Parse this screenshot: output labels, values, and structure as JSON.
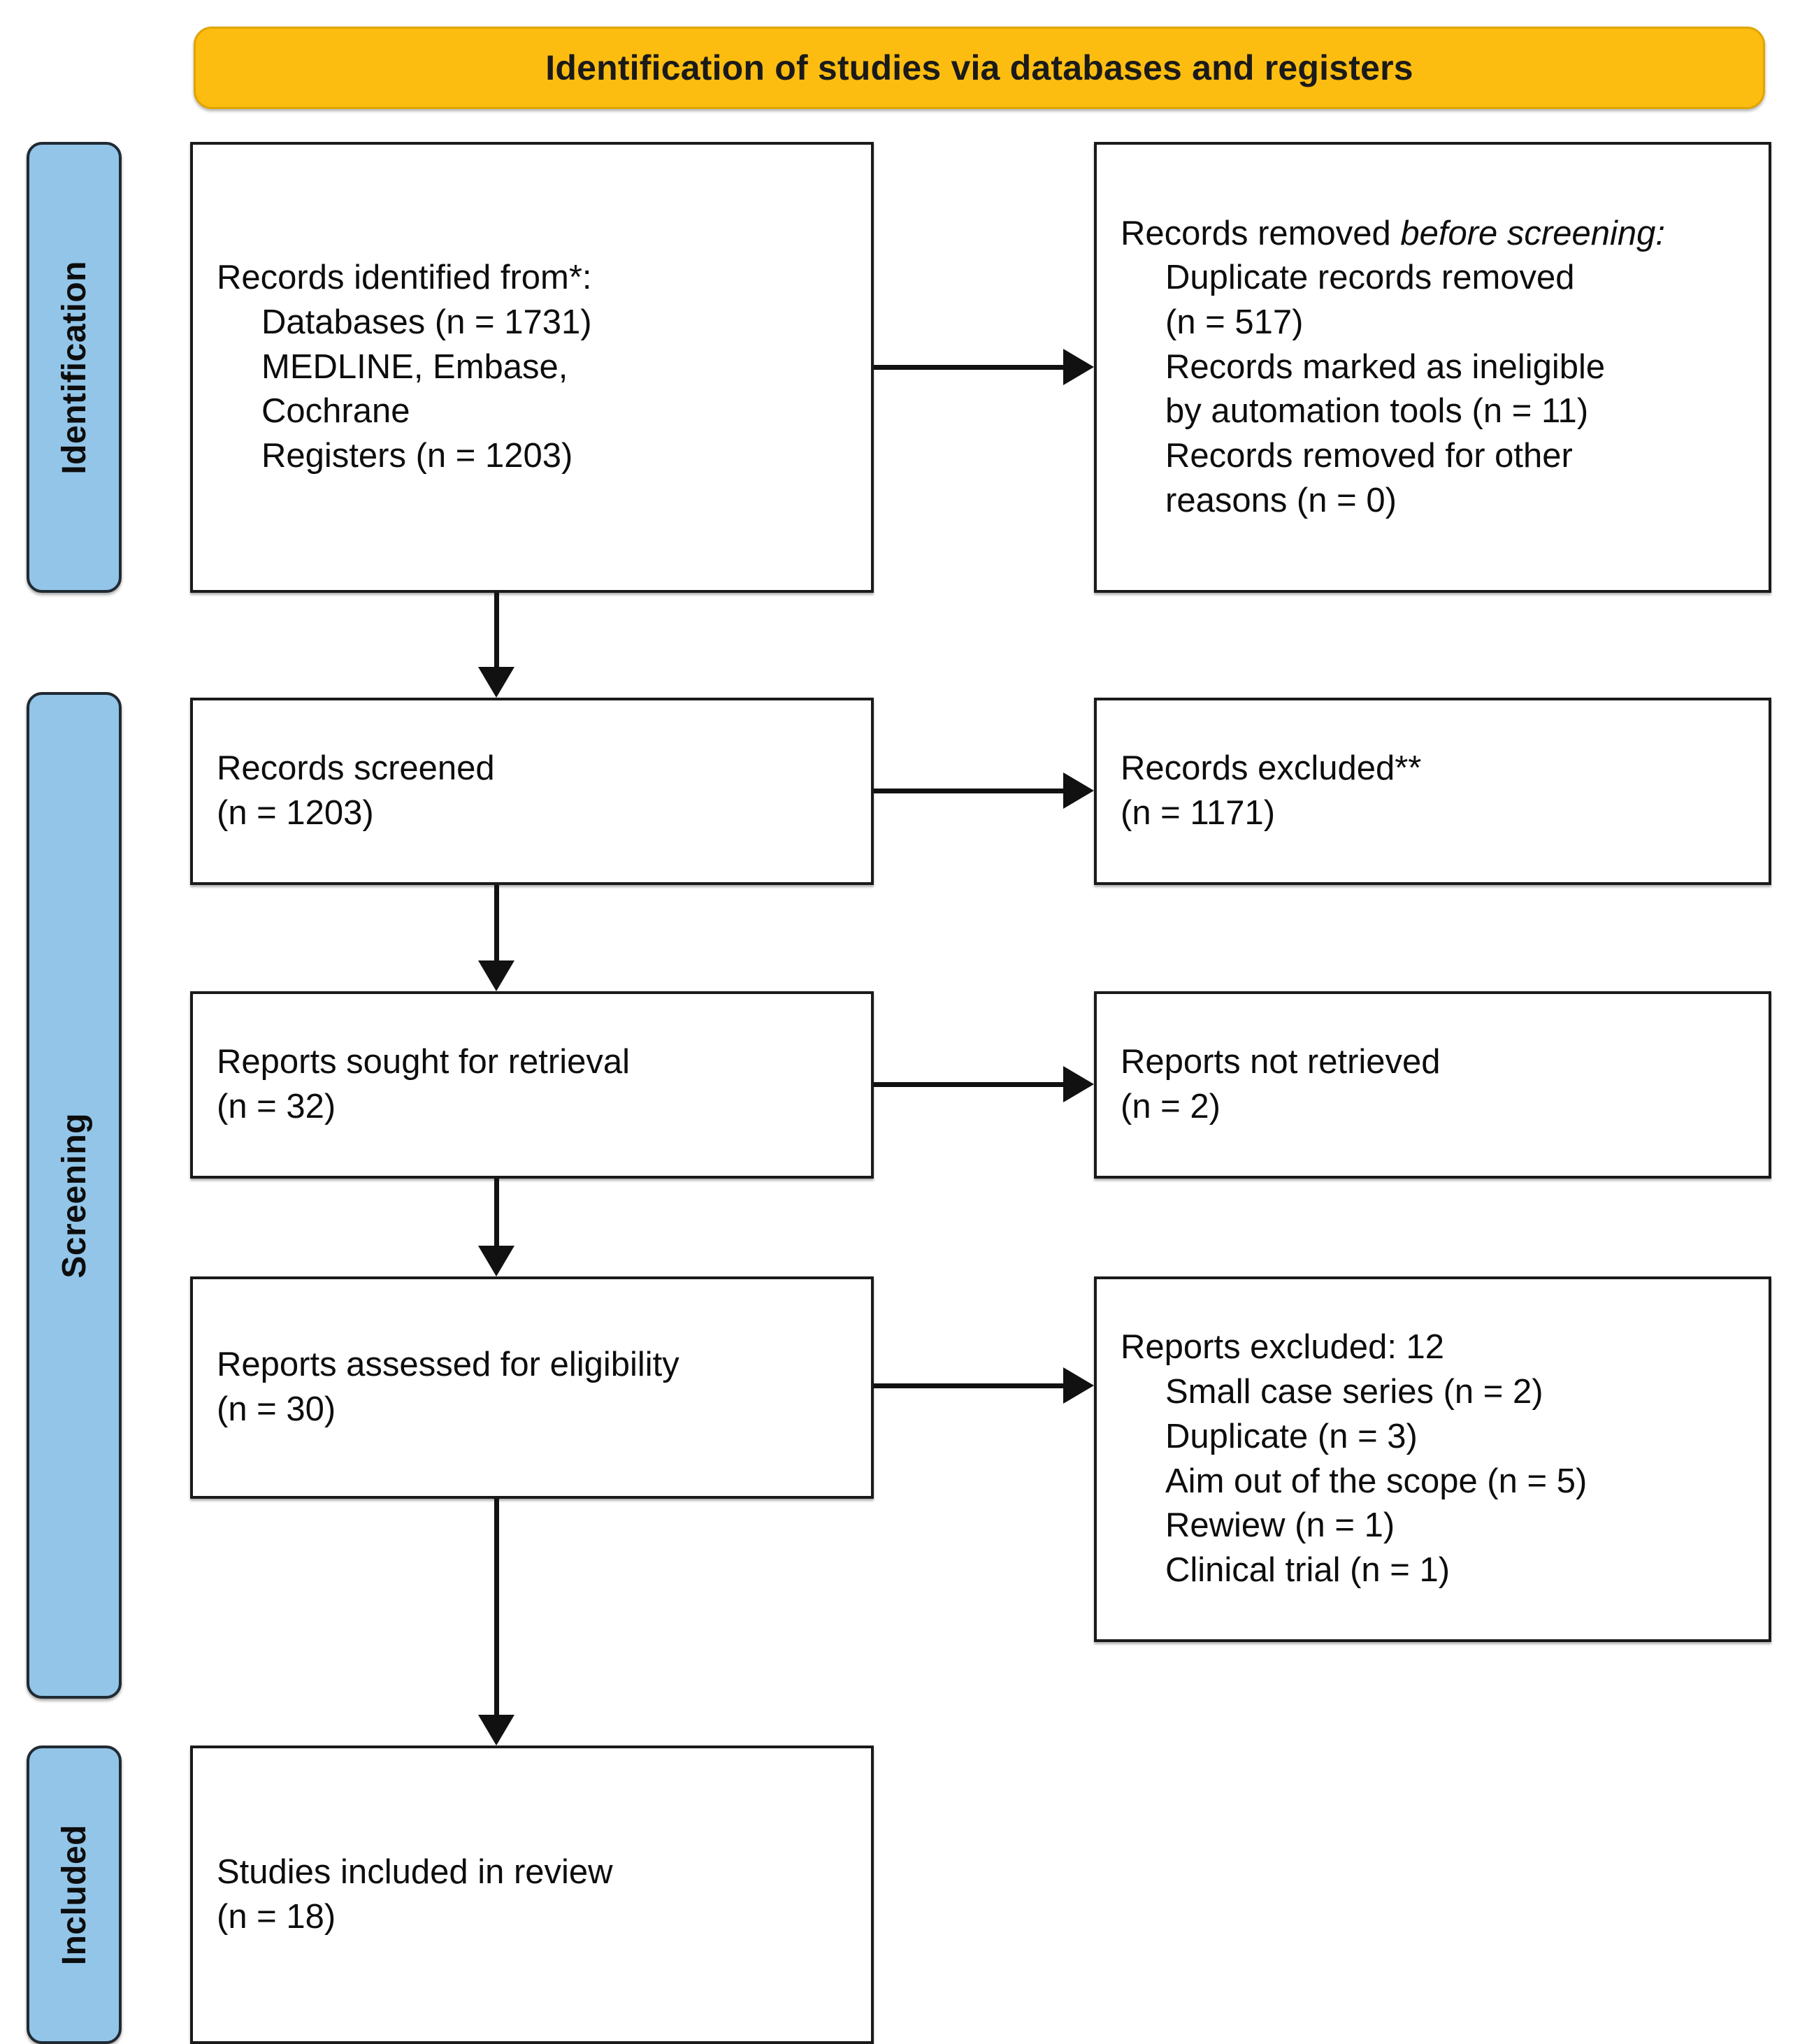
{
  "banner": {
    "title": "Identification of studies via databases and registers",
    "color": "#FDBD10"
  },
  "stages": {
    "identification": "Identification",
    "screening": "Screening",
    "included": "Included",
    "color": "#92C5E8"
  },
  "boxes": {
    "identified": {
      "heading": "Records identified from*:",
      "lines": [
        "Databases (n = 1731)",
        "MEDLINE, Embase,",
        "Cochrane",
        "Registers (n = 1203)"
      ]
    },
    "removed": {
      "heading_plain": "Records removed ",
      "heading_italic": "before screening",
      "heading_tail": ":",
      "lines": [
        "Duplicate records removed",
        "(n = 517)",
        "Records marked as ineligible",
        "by automation tools (n = 11)",
        "Records removed for other",
        "reasons (n = 0)"
      ]
    },
    "screened": {
      "label": "Records screened",
      "count": "(n = 1203)"
    },
    "excluded_records": {
      "label": "Records excluded**",
      "count": "(n = 1171)"
    },
    "sought": {
      "label": "Reports sought for retrieval",
      "count": "(n = 32)"
    },
    "not_retrieved": {
      "label": "Reports not retrieved",
      "count": "(n = 2)"
    },
    "assessed": {
      "label": "Reports assessed for eligibility",
      "count": "(n = 30)"
    },
    "excluded_reports": {
      "heading": "Reports excluded: 12",
      "reasons": [
        "Small case series (n = 2)",
        "Duplicate (n = 3)",
        "Aim out of the scope (n = 5)",
        "Rewiew (n = 1)",
        "Clinical trial (n = 1)"
      ]
    },
    "included": {
      "label": "Studies included in review",
      "count": "(n = 18)"
    }
  }
}
